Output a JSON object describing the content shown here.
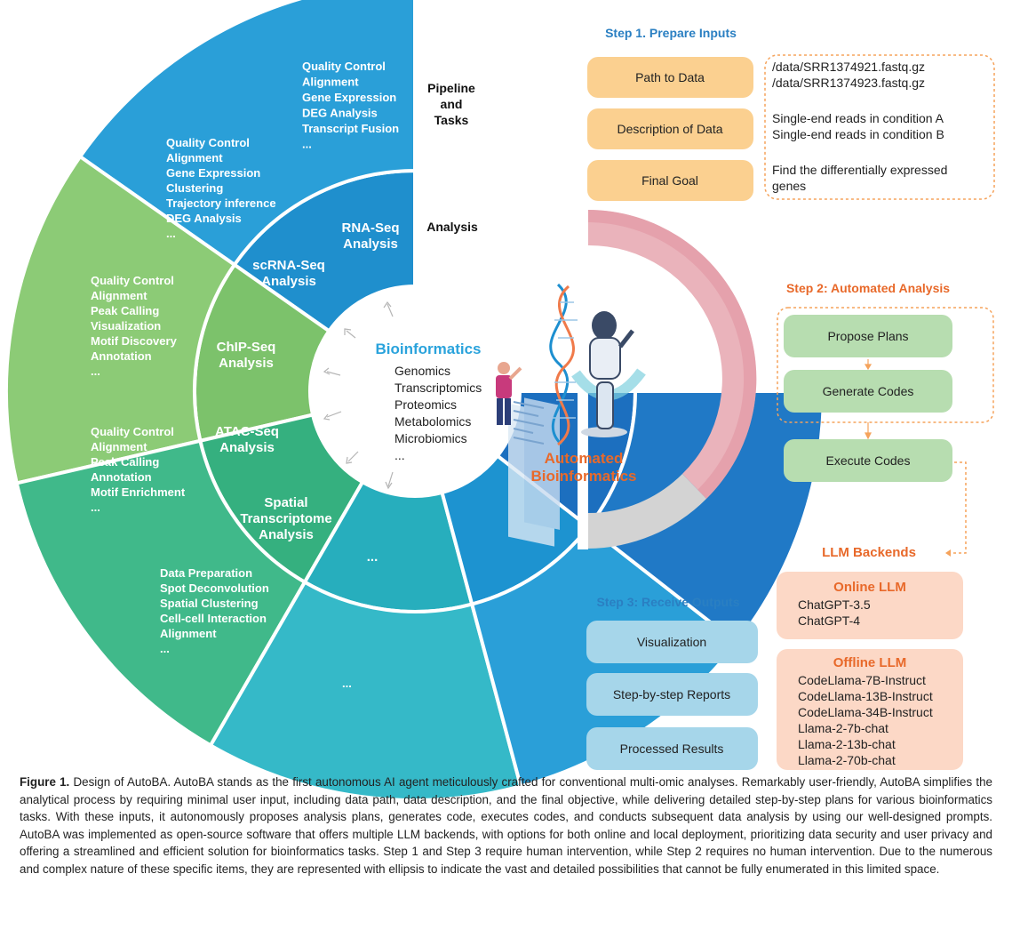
{
  "pipeline_header": [
    "Pipeline",
    "and",
    "Tasks"
  ],
  "analysis_header": "Analysis",
  "center": {
    "title": "Bioinformatics",
    "items": [
      "Genomics",
      "Transcriptomics",
      "Proteomics",
      "Metabolomics",
      "Microbiomics",
      "..."
    ]
  },
  "sectors": [
    {
      "analysis": [
        "RNA-Seq",
        "Analysis"
      ],
      "tasks": [
        "Quality Control",
        "Alignment",
        "Gene Expression",
        "DEG Analysis",
        "Transcript Fusion",
        "..."
      ],
      "inner_color": "#1f8fcd",
      "outer_color": "#2a9fd8"
    },
    {
      "analysis": [
        "scRNA-Seq",
        "Analysis"
      ],
      "tasks": [
        "Quality Control",
        "Alignment",
        "Gene Expression",
        "Clustering",
        "Trajectory inference",
        "DEG Analysis",
        "..."
      ],
      "inner_color": "#7cc26b",
      "outer_color": "#8ccb76"
    },
    {
      "analysis": [
        "ChIP-Seq",
        "Analysis"
      ],
      "tasks": [
        "Quality Control",
        "Alignment",
        "Peak Calling",
        "Visualization",
        "Motif Discovery",
        "Annotation",
        "..."
      ],
      "inner_color": "#35b07f",
      "outer_color": "#40b98a"
    },
    {
      "analysis": [
        "ATAC-Seq",
        "Analysis"
      ],
      "tasks": [
        "Quality Control",
        "Alignment",
        "Peak Calling",
        "Annotation",
        "Motif Enrichment",
        "..."
      ],
      "inner_color": "#27aebd",
      "outer_color": "#35b9c8"
    },
    {
      "analysis": [
        "Spatial",
        "Transcriptome",
        "Analysis"
      ],
      "tasks": [
        "Data Preparation",
        "Spot Deconvolution",
        "Spatial Clustering",
        "Cell-cell Interaction",
        "Alignment",
        "..."
      ],
      "inner_color": "#1d93d0",
      "outer_color": "#2a9fd8"
    },
    {
      "analysis": [
        "..."
      ],
      "tasks": [
        "..."
      ],
      "inner_color": "#1c6fbf",
      "outer_color": "#2079c6"
    }
  ],
  "automated_label": [
    "Automated",
    "Bioinformatics"
  ],
  "step1": {
    "title": "Step 1. Prepare Inputs",
    "boxes": [
      "Path to Data",
      "Description of Data",
      "Final Goal"
    ],
    "values": [
      [
        "/data/SRR1374921.fastq.gz",
        "/data/SRR1374923.fastq.gz"
      ],
      [
        "Single-end reads in condition A",
        "Single-end reads in condition B"
      ],
      [
        "Find the differentially expressed",
        "genes"
      ]
    ]
  },
  "step2": {
    "title": "Step 2: Automated Analysis",
    "boxes": [
      "Propose Plans",
      "Generate Codes",
      "Execute Codes"
    ]
  },
  "step3": {
    "title": "Step 3: Receive Outputs",
    "boxes": [
      "Visualization",
      "Step-by-step Reports",
      "Processed Results"
    ]
  },
  "llm": {
    "title": "LLM Backends",
    "online_title": "Online LLM",
    "online": [
      "ChatGPT-3.5",
      "ChatGPT-4"
    ],
    "offline_title": "Offline LLM",
    "offline": [
      "CodeLlama-7B-Instruct",
      "CodeLlama-13B-Instruct",
      "CodeLlama-34B-Instruct",
      "Llama-2-7b-chat",
      "Llama-2-13b-chat",
      "Llama-2-70b-chat"
    ]
  },
  "colors": {
    "step1_box": "#fbd090",
    "step2_box": "#b7ddb0",
    "step3_box": "#a6d6ea",
    "llm_box": "#fcd8c6",
    "orange_dashed": "#f5a35c",
    "ring_pink": "#e7a5ae",
    "ring_grey": "#d2d2d2"
  },
  "caption": {
    "label": "Figure 1.",
    "text": "Design of AutoBA. AutoBA stands as the first autonomous AI agent meticulously crafted for conventional multi-omic analyses. Remarkably user-friendly, AutoBA simplifies the analytical process by requiring minimal user input, including data path, data description, and the final objective, while delivering detailed step-by-step plans for various bioinformatics tasks. With these inputs, it autonomously proposes analysis plans, generates code, executes codes, and conducts subsequent data analysis by using our well-designed prompts. AutoBA was implemented as open-source software that offers multiple LLM backends, with options for both online and local deployment, prioritizing data security and user privacy and offering a streamlined and efficient solution for bioinformatics tasks. Step 1 and Step 3 require human intervention, while Step 2 requires no human intervention. Due to the numerous and complex nature of these specific items, they are represented with ellipsis to indicate the vast and detailed possibilities that cannot be fully enumerated in this limited space."
  }
}
